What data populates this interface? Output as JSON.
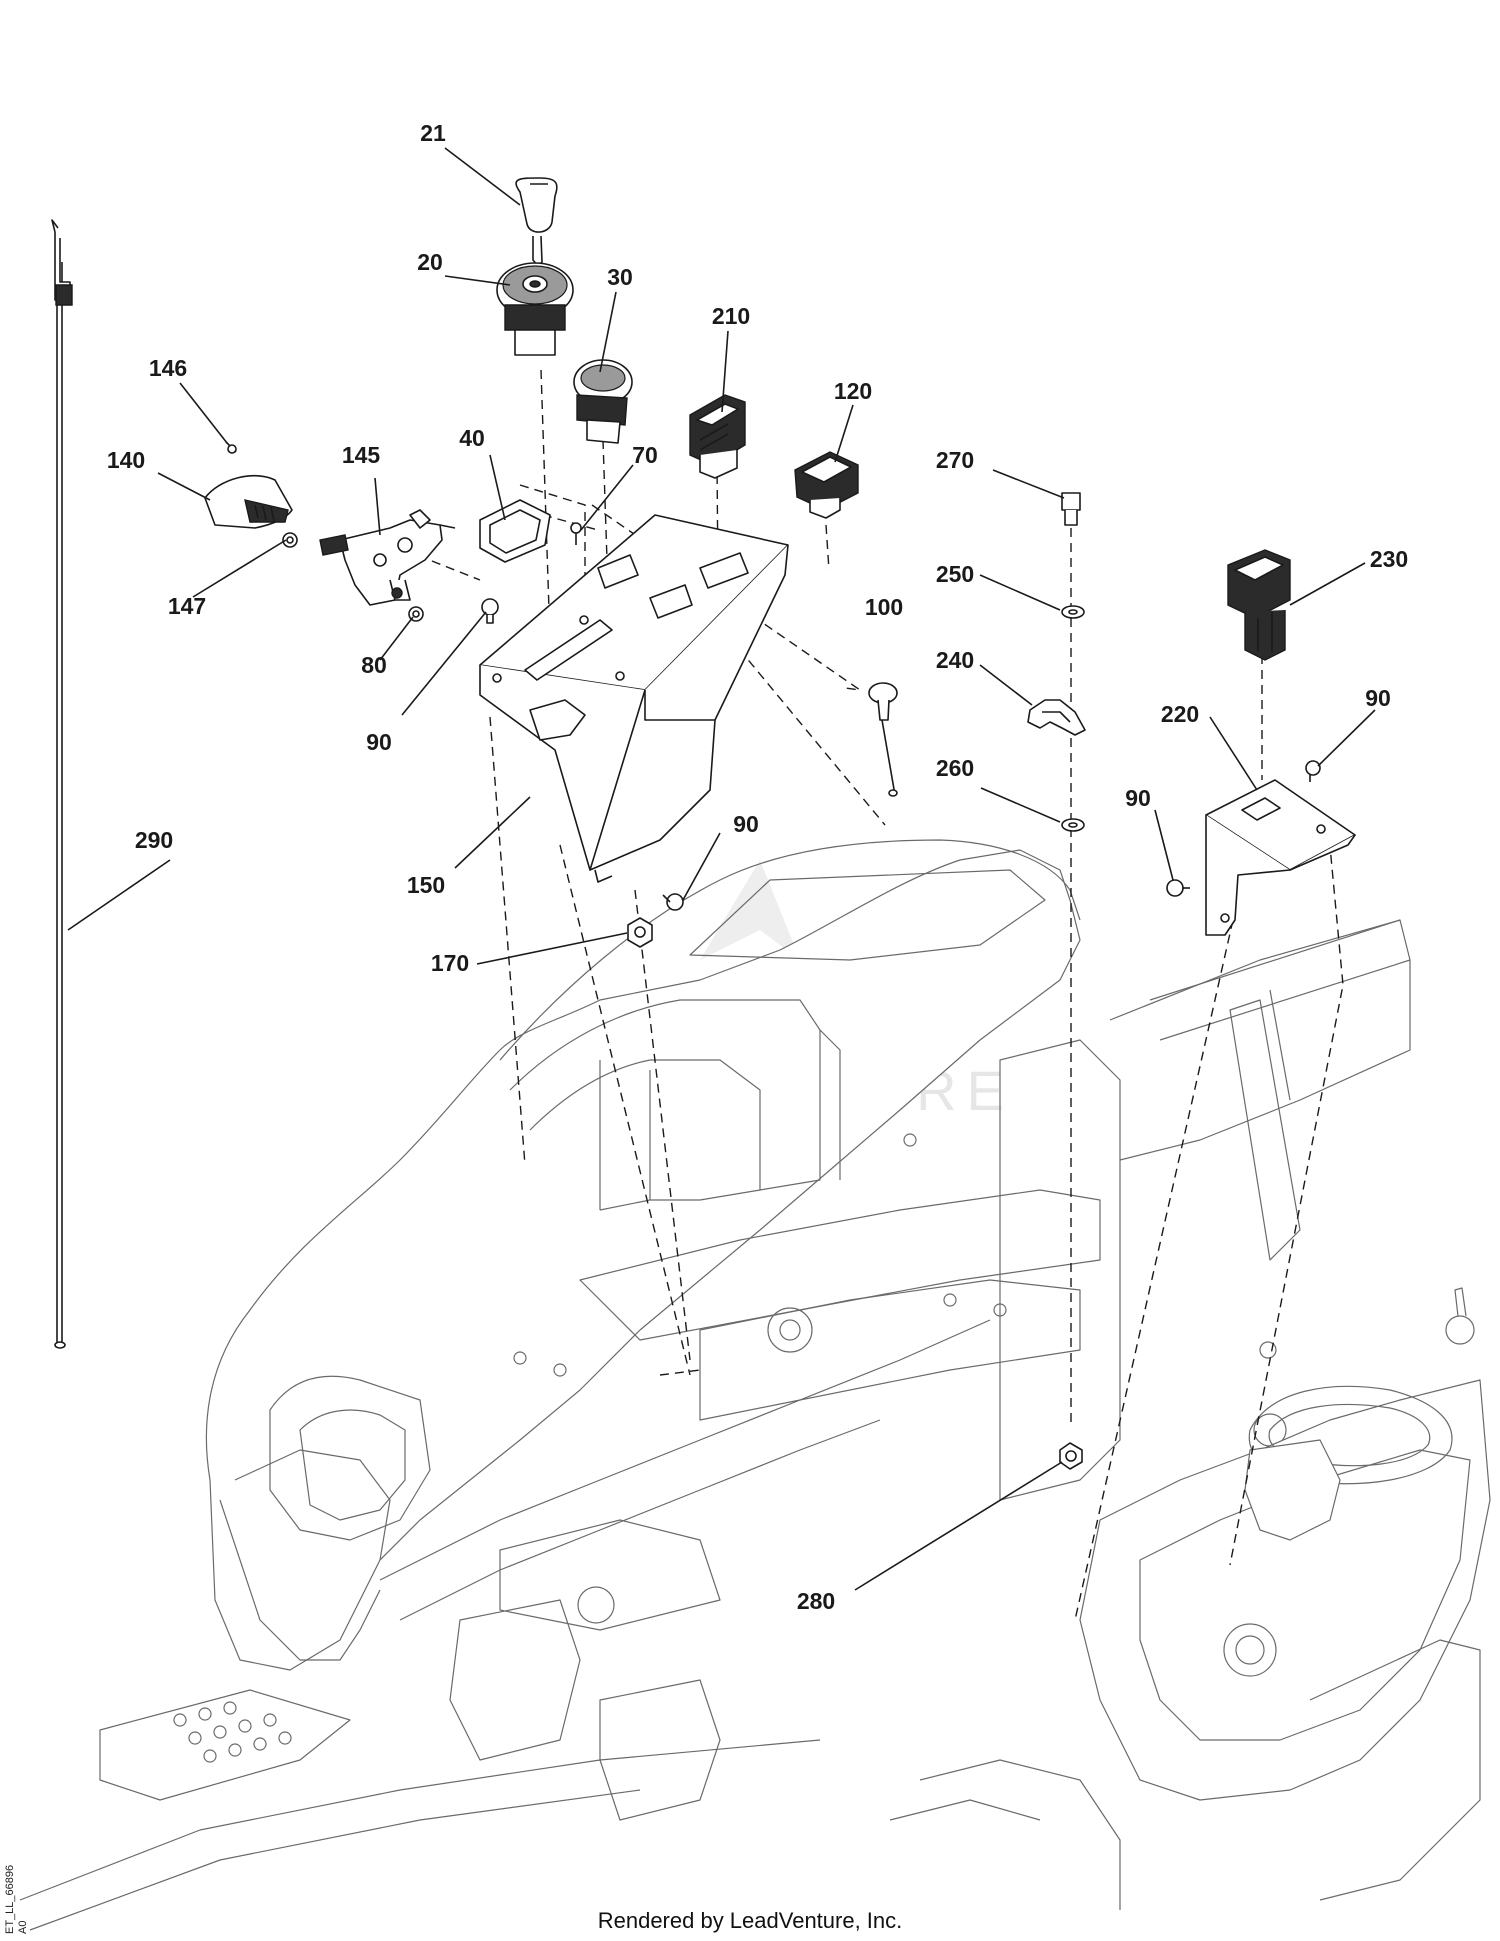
{
  "callouts": [
    "21",
    "20",
    "30",
    "210",
    "120",
    "146",
    "145",
    "140",
    "40",
    "70",
    "147",
    "80",
    "90",
    "150",
    "100",
    "170",
    "270",
    "250",
    "240",
    "230",
    "220",
    "260",
    "280",
    "290"
  ],
  "watermark": "LEADVENTURE",
  "footer": {
    "credit": "Rendered by LeadVenture, Inc."
  },
  "drawing_id": {
    "line1": "ET_LL_66896",
    "line2": "A0"
  }
}
